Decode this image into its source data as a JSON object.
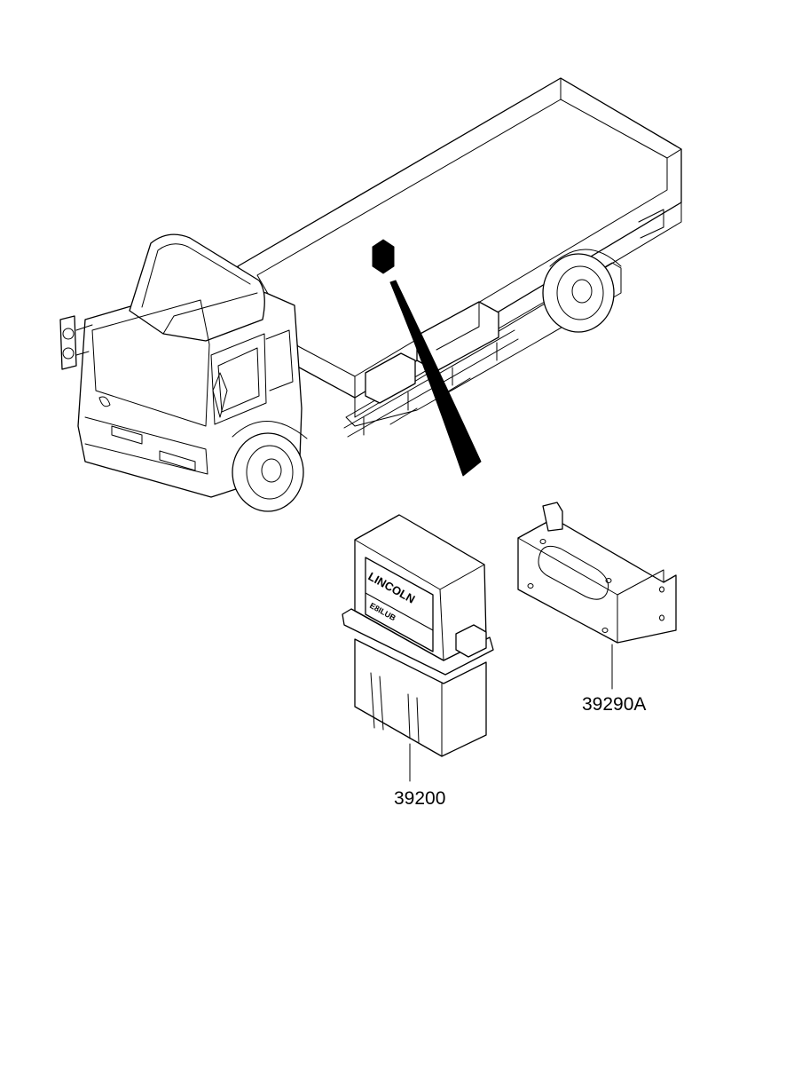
{
  "parts": {
    "module": {
      "part_number": "39200",
      "brand_label": "LINCOLN",
      "model_label": "E8ILUB"
    },
    "bracket": {
      "part_number": "39290A"
    }
  },
  "colors": {
    "line": "#000000",
    "background": "#ffffff"
  }
}
